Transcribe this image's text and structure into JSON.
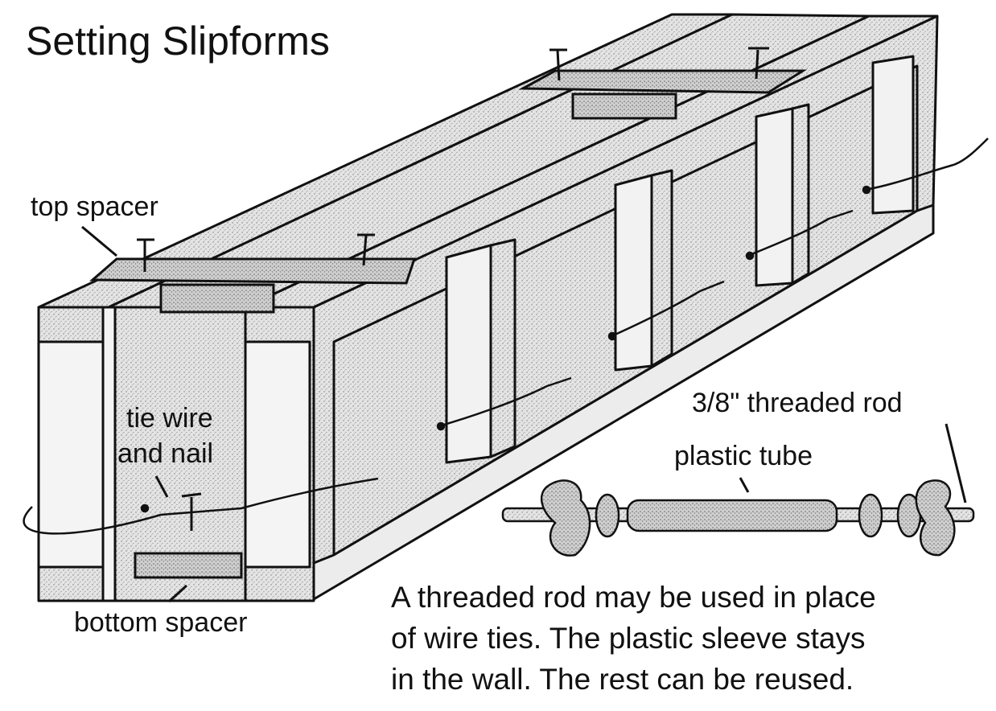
{
  "title": "Setting Slipforms",
  "labels": {
    "top_spacer": "top spacer",
    "tie_wire_line1": "tie wire",
    "tie_wire_line2": "and nail",
    "bottom_spacer": "bottom spacer",
    "threaded_rod": "3/8\" threaded rod",
    "plastic_tube": "plastic tube"
  },
  "note": {
    "line1": "A threaded rod may be used in place",
    "line2": "of wire ties.  The plastic sleeve stays",
    "line3": "in the wall.  The rest can be reused."
  },
  "colors": {
    "ink": "#111111",
    "stipple_fill": "#d2d2d2",
    "light_fill": "#ececec",
    "background": "#ffffff"
  }
}
